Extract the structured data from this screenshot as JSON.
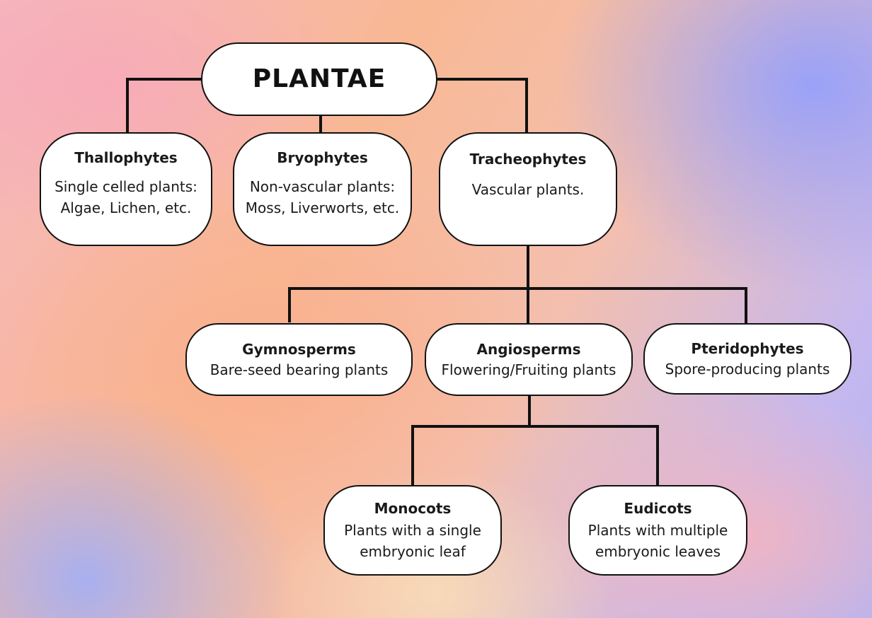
{
  "root": {
    "title": "PLANTAE"
  },
  "level1": [
    {
      "title": "Thallophytes",
      "desc": [
        "Single celled plants:",
        "Algae, Lichen, etc."
      ]
    },
    {
      "title": "Bryophytes",
      "desc": [
        "Non-vascular plants:",
        "Moss, Liverworts, etc."
      ]
    },
    {
      "title": "Tracheophytes",
      "desc": [
        "Vascular plants."
      ]
    }
  ],
  "level2": [
    {
      "title": "Gymnosperms",
      "desc": "Bare-seed bearing plants"
    },
    {
      "title": "Angiosperms",
      "desc": "Flowering/Fruiting plants"
    },
    {
      "title": "Pteridophytes",
      "desc": "Spore-producing plants"
    }
  ],
  "level3": [
    {
      "title": "Monocots",
      "desc": [
        "Plants with a single",
        "embryonic leaf"
      ]
    },
    {
      "title": "Eudicots",
      "desc": [
        "Plants with multiple",
        "embryonic leaves"
      ]
    }
  ],
  "colors": {
    "node_fill": "#ffffff",
    "line": "#111111"
  }
}
